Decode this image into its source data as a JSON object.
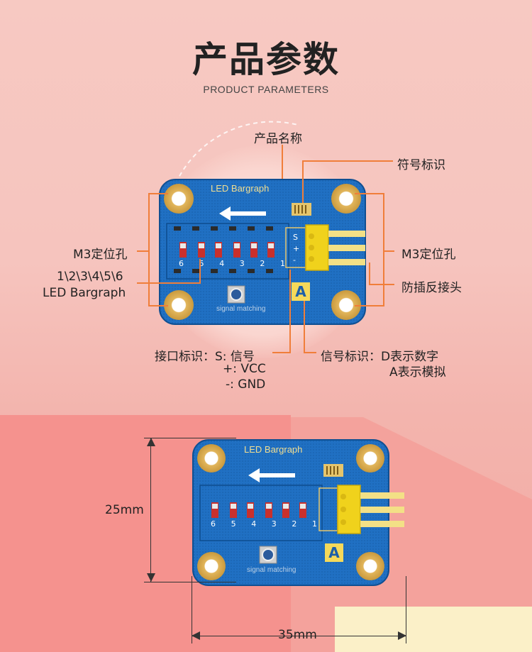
{
  "header": {
    "title": "产品参数",
    "subtitle": "PRODUCT PARAMETERS"
  },
  "board": {
    "name": "LED Bargraph",
    "bottom_text": "signal matching",
    "pins": [
      "S",
      "+",
      "-"
    ],
    "led_numbers": [
      "6",
      "5",
      "4",
      "3",
      "2",
      "1"
    ],
    "type_letter": "A"
  },
  "callouts": {
    "product_name": "产品名称",
    "symbol_mark": "符号标识",
    "m3_left": "M3定位孔",
    "m3_right": "M3定位孔",
    "led_line1": "1\\2\\3\\4\\5\\6",
    "led_line2": "LED Bargraph",
    "anti_reverse": "防插反接头",
    "iface_title": "接口标识：S: 信号",
    "iface_vcc": "+: VCC",
    "iface_gnd": "-: GND",
    "signal_title": "信号标识：D表示数字",
    "signal_analog": "A表示模拟"
  },
  "dimensions": {
    "height": "25mm",
    "width": "35mm"
  },
  "colors": {
    "board": "#1f6fc0",
    "pad": "#d8b25a",
    "callout_line": "#f07e3a",
    "connector": "#f0d21c"
  }
}
